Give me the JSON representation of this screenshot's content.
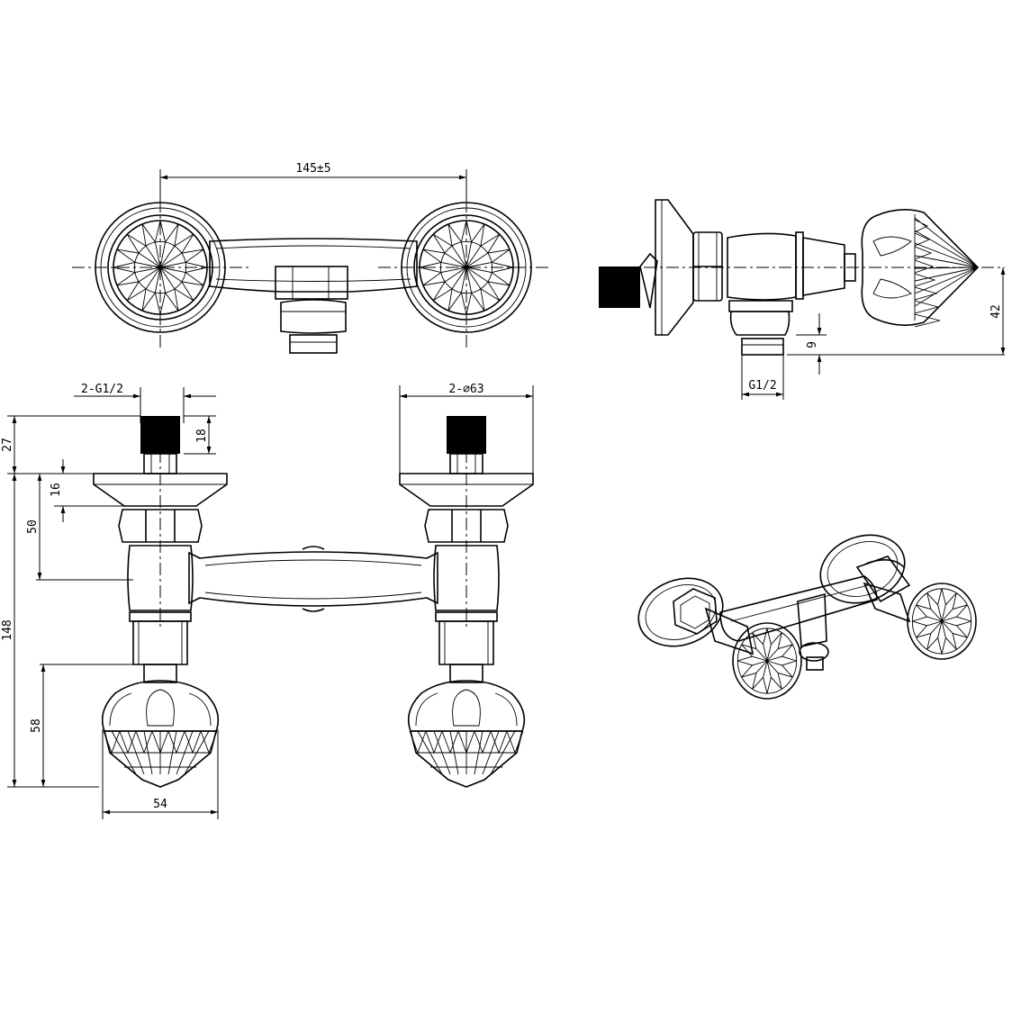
{
  "dimensions": {
    "top_spacing": "145±5",
    "side_height": "42",
    "side_offset": "9",
    "side_thread": "G1/2",
    "front_thread": "2-G1/2",
    "front_flange": "2-∅63",
    "front_nipple": "27",
    "front_thread_len": "18",
    "front_flange_h": "16",
    "front_axis": "50",
    "front_total": "148",
    "front_handle": "58",
    "front_width": "54"
  },
  "colors": {
    "ink": "#000000",
    "paper": "#ffffff"
  }
}
